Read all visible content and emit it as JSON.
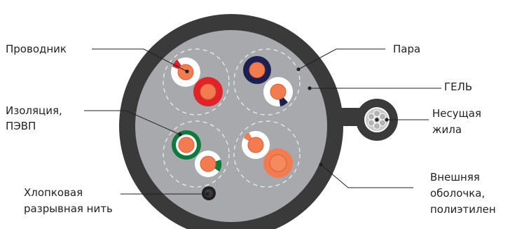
{
  "labels": {
    "conductor": "Проводник",
    "insulation_line1": "Изоляция,",
    "insulation_line2": "ПЭВП",
    "ripcord_line1": "Хлопковая",
    "ripcord_line2": "разрывная нить",
    "pair": "Пара",
    "gel": "ГЕЛЬ",
    "messenger_line1": "Несущая",
    "messenger_line2": "жила",
    "jacket_line1": "Внешняя",
    "jacket_line2": "оболочка,",
    "jacket_line3": "полиэтилен"
  },
  "colors": {
    "jacket": "#3a3a3a",
    "gel_fill": "#a7a9ac",
    "conductor_copper": "#f27b4f",
    "red": "#e02327",
    "navy": "#1b2050",
    "green": "#0d7a3e",
    "messenger_gray": "#b3b3b3"
  }
}
